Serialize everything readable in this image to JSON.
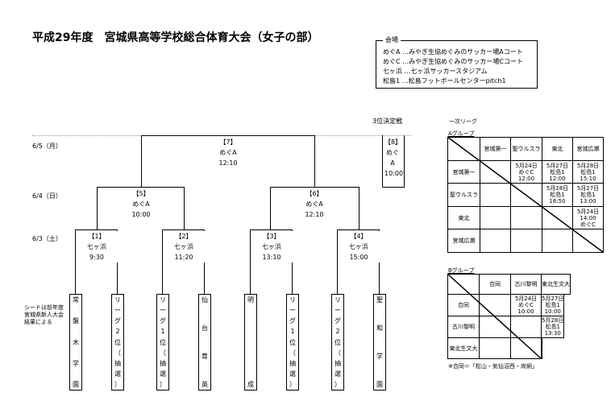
{
  "title": "平成29年度　宮城県高等学校総合体育大会（女子の部）",
  "venues": {
    "label": "会場",
    "lines": [
      "めぐA …みやぎ生協めぐみのサッカー場Aコート",
      "めぐC …みやぎ生協めぐみのサッカー場Cコート",
      "七ヶ浜 …七ヶ浜サッカースタジアム",
      "松島1 …松島フットボールセンターpitch1"
    ]
  },
  "days": [
    "6/5（月）",
    "6/4（日）",
    "6/3（土）"
  ],
  "third_place_label": "3位決定戦",
  "matches": {
    "m7": {
      "no": "【7】",
      "venue": "めぐA",
      "time": "12:10"
    },
    "m8": {
      "no": "【8】",
      "venue": "めぐA",
      "time": "10:00"
    },
    "m5": {
      "no": "【5】",
      "venue": "めぐA",
      "time": "10:00"
    },
    "m6": {
      "no": "【6】",
      "venue": "めぐA",
      "time": "12:10"
    },
    "m1": {
      "no": "【1】",
      "venue": "七ヶ浜",
      "time": "9:30"
    },
    "m2": {
      "no": "【2】",
      "venue": "七ヶ浜",
      "time": "11:20"
    },
    "m3": {
      "no": "【3】",
      "venue": "七ヶ浜",
      "time": "13:10"
    },
    "m4": {
      "no": "【4】",
      "venue": "七ヶ浜",
      "time": "15:00"
    }
  },
  "teams": [
    [
      "常",
      "盤",
      "木",
      "学",
      "園"
    ],
    [
      "リ",
      "ー",
      "グ",
      "2",
      "位",
      "（",
      "抽",
      "選",
      "）"
    ],
    [
      "リ",
      "ー",
      "グ",
      "1",
      "位",
      "（",
      "抽",
      "選",
      "）"
    ],
    [
      "仙",
      "台",
      "育",
      "英"
    ],
    [
      "明",
      "成"
    ],
    [
      "リ",
      "ー",
      "グ",
      "1",
      "位",
      "（",
      "抽",
      "選",
      "）"
    ],
    [
      "リ",
      "ー",
      "グ",
      "2",
      "位",
      "（",
      "抽",
      "選",
      "）"
    ],
    [
      "聖",
      "和",
      "学",
      "園"
    ]
  ],
  "seed_note": "シードは前年度宮城県新人大会結果による",
  "league": {
    "title": "一次リーグ",
    "groupA": {
      "label": "Aグループ",
      "teams": [
        "宮城第一",
        "聖ウルスラ",
        "東北",
        "宮城広瀬"
      ],
      "cells": [
        [
          "",
          "5月24日\nめぐC\n12:00",
          "5月27日\n松島1\n12:00",
          "5月28日\n松島1\n15:10"
        ],
        [
          "",
          "",
          "5月28日\n松島1\n16:50",
          "5月27日\n松島1\n13:00"
        ],
        [
          "",
          "",
          "",
          "5月24日\n14:00\nめぐC"
        ],
        [
          "",
          "",
          "",
          ""
        ]
      ]
    },
    "groupB": {
      "label": "Bグループ",
      "teams": [
        "合同",
        "古川黎明",
        "東北生文大"
      ],
      "cells": [
        [
          "",
          "5月24日\nめぐC\n10:00",
          "5月27日\n松島1\n10:00"
        ],
        [
          "",
          "",
          "5月28日\n松島1\n13:30"
        ],
        [
          "",
          "",
          ""
        ]
      ]
    },
    "footnote": "※合同＝「松山・気仙沼西・尚絅」"
  }
}
